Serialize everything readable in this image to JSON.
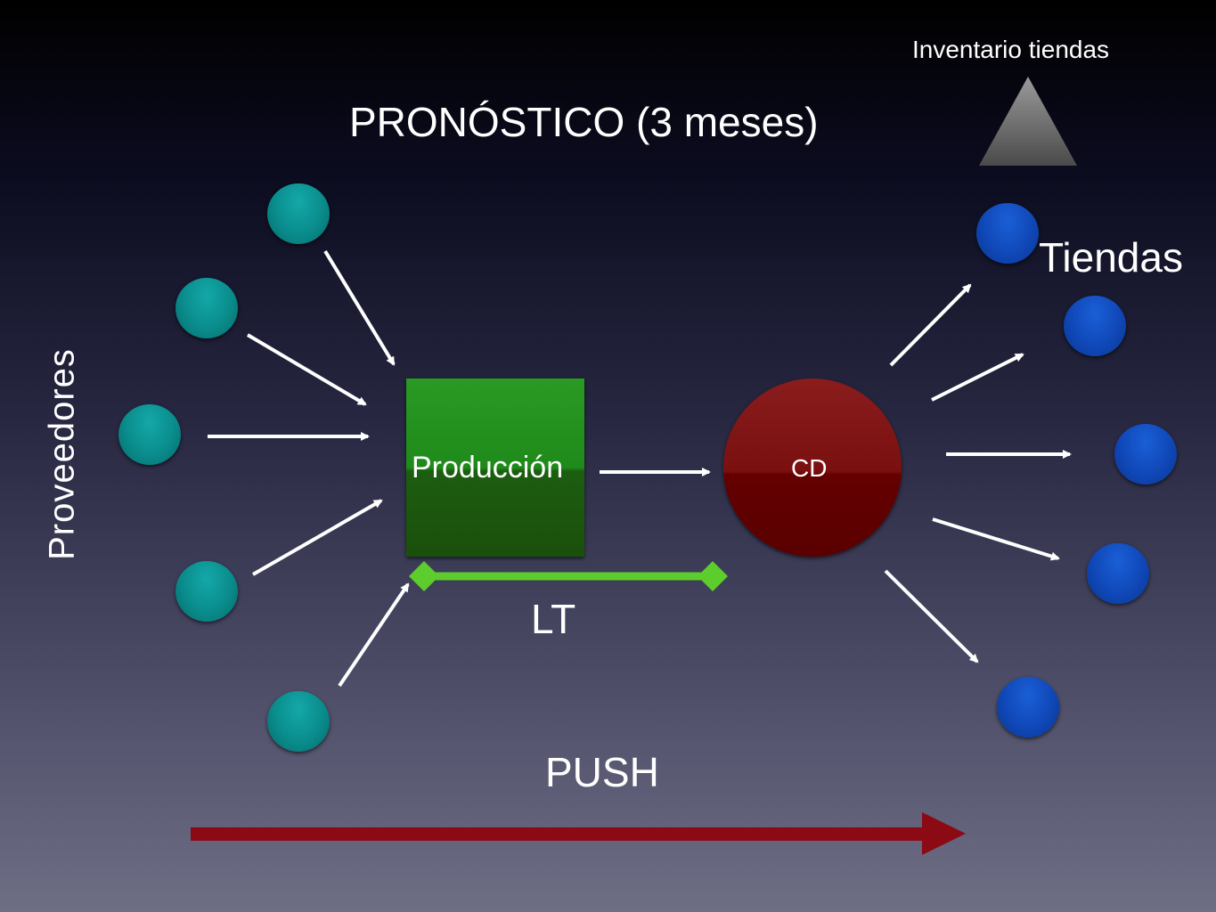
{
  "title": "PRONÓSTICO (3 meses)",
  "inventory_label": "Inventario tiendas",
  "stores_label": "Tiendas",
  "suppliers_label": "Proveedores",
  "production_label": "Producción",
  "cd_label": "CD",
  "lt_label": "LT",
  "push_label": "PUSH",
  "colors": {
    "supplier": "#0a8c8c",
    "store": "#1048b8",
    "production": "#1f8a1a",
    "cd": "#7a1010",
    "lt_bar": "#5ccd2c",
    "push_arrow": "#8b0a14"
  }
}
